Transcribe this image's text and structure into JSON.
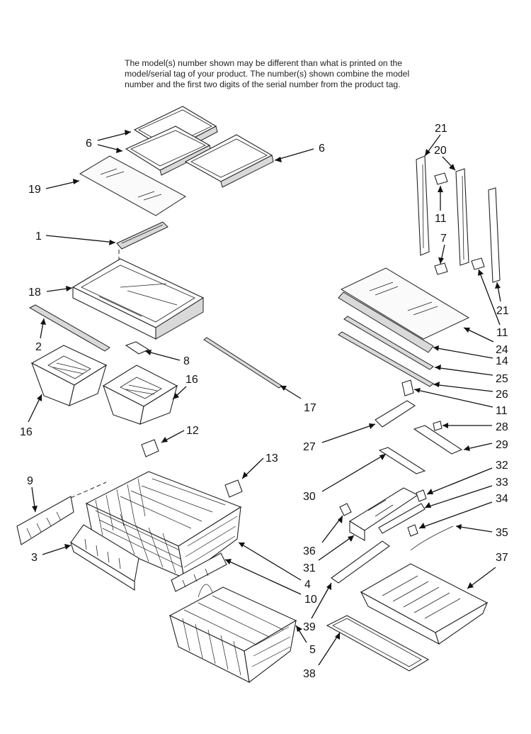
{
  "note": {
    "line1": "The model(s) number shown may be different than what is printed on the",
    "line2": "model/serial tag of your product. The number(s) shown combine the model",
    "line3": "number and the first two digits of the serial number from the product tag."
  },
  "callouts": [
    "6",
    "6",
    "19",
    "1",
    "18",
    "2",
    "8",
    "16",
    "16",
    "17",
    "12",
    "13",
    "9",
    "3",
    "4",
    "10",
    "5",
    "21",
    "20",
    "11",
    "7",
    "21",
    "11",
    "24",
    "14",
    "25",
    "26",
    "11",
    "27",
    "28",
    "29",
    "30",
    "32",
    "33",
    "34",
    "35",
    "36",
    "31",
    "37",
    "39",
    "38"
  ]
}
